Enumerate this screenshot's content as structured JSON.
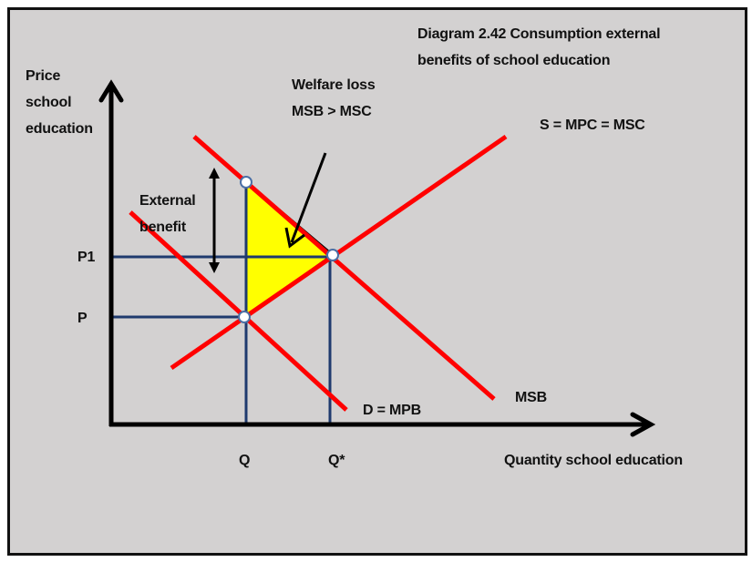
{
  "title_line1": "Diagram 2.42 Consumption external",
  "title_line2": "benefits of school education",
  "y_axis_label": [
    "Price",
    "school",
    "education"
  ],
  "x_axis_label": "Quantity school education",
  "price_labels": {
    "p1": "P1",
    "p": "P"
  },
  "quantity_labels": {
    "q": "Q",
    "q_star": "Q*"
  },
  "curves": {
    "supply": "S = MPC = MSC",
    "msb": "MSB",
    "demand": "D = MPB"
  },
  "annotations": {
    "welfare_loss_line1": "Welfare loss",
    "welfare_loss_line2": "MSB > MSC",
    "external_line1": "External",
    "external_line2": "benefit"
  },
  "colors": {
    "curve": "#ff0000",
    "guide": "#1f3a6e",
    "welfare_area": "#ffff00",
    "background": "#d3d1d1"
  }
}
